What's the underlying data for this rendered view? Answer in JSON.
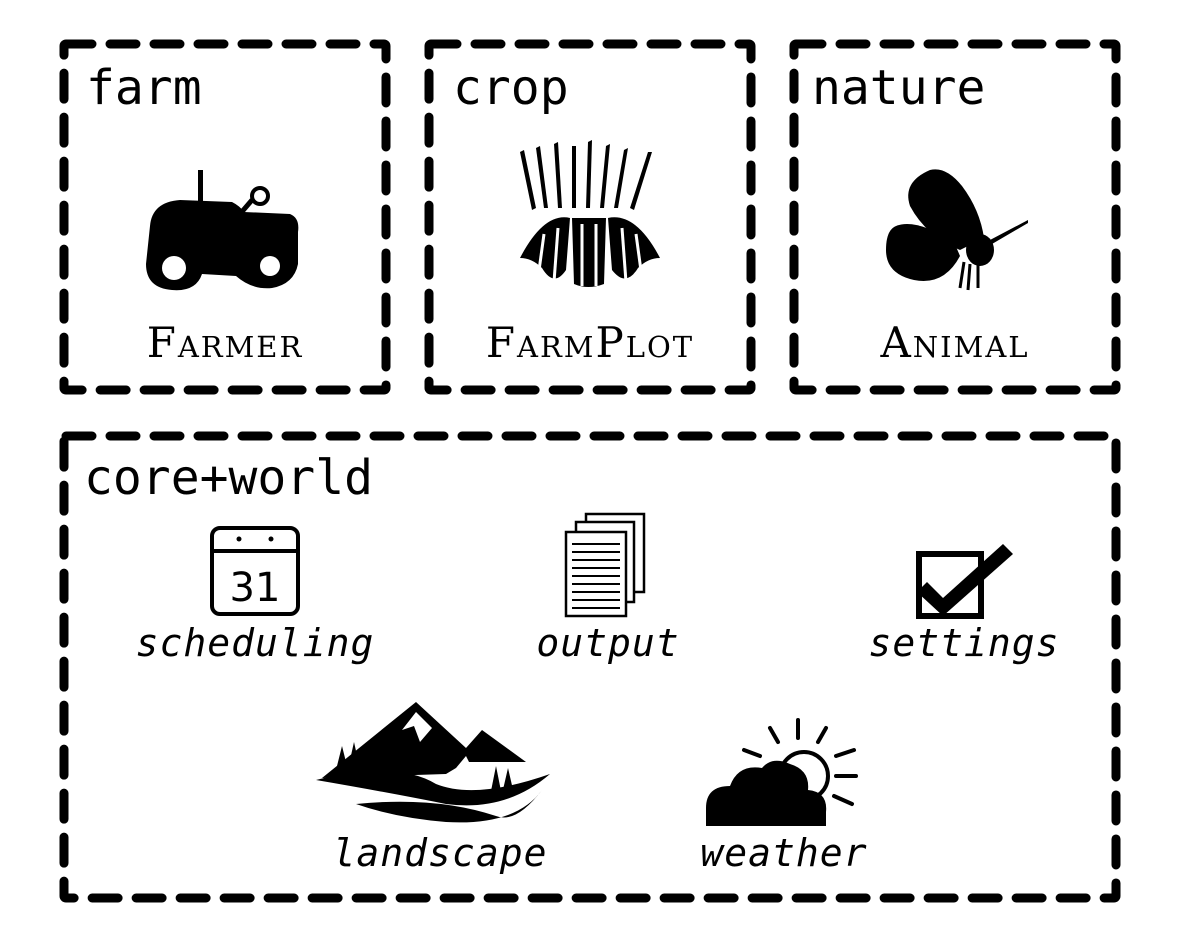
{
  "packages": {
    "farm": {
      "title": "farm",
      "class_label": "Farmer",
      "icon": "tractor-icon"
    },
    "crop": {
      "title": "crop",
      "class_label": "FarmPlot",
      "icon": "wheat-icon"
    },
    "nature": {
      "title": "nature",
      "class_label": "Animal",
      "icon": "butterfly-icon"
    },
    "core": {
      "title": "core+world",
      "modules": [
        {
          "label": "scheduling",
          "icon": "calendar-icon"
        },
        {
          "label": "output",
          "icon": "document-stack-icon"
        },
        {
          "label": "settings",
          "icon": "checkbox-icon"
        },
        {
          "label": "landscape",
          "icon": "mountain-icon"
        },
        {
          "label": "weather",
          "icon": "weather-icon"
        }
      ]
    }
  },
  "calendar_day": "31",
  "colors": {
    "ink": "#000000",
    "background": "#ffffff"
  }
}
